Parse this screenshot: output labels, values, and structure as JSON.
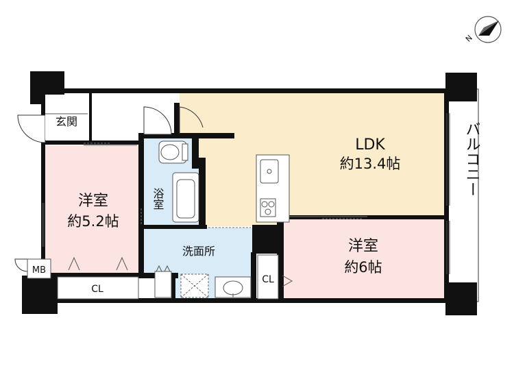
{
  "colors": {
    "wall": "#111111",
    "ldk": "#fbeccb",
    "bedroom": "#fbe4e2",
    "wet": "#d9ebf7",
    "plain": "#ffffff",
    "line": "#444444"
  },
  "compass": {
    "north_label": "N"
  },
  "rooms": {
    "ldk_name": "LDK",
    "ldk_size": "約13.4帖",
    "bedroom_west_name": "洋室",
    "bedroom_west_size": "約5.2帖",
    "bedroom_east_name": "洋室",
    "bedroom_east_size": "約6帖",
    "entrance": "玄関",
    "bath": "浴室",
    "washroom": "洗面所",
    "mb": "MB",
    "cl_west": "CL",
    "cl_east": "CL",
    "balcony": "バルコニー"
  }
}
